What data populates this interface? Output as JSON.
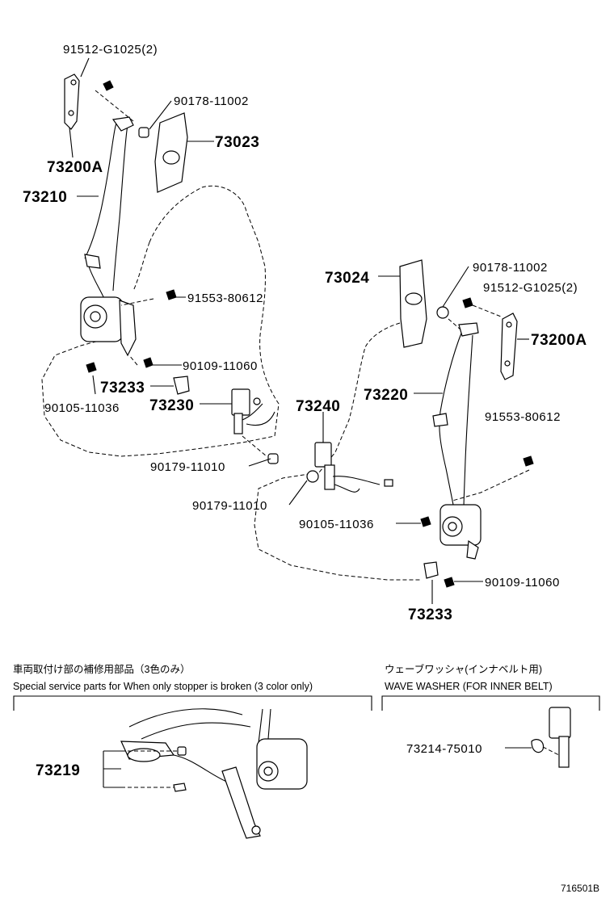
{
  "labels": {
    "l_9151_top": "91512-G1025(2)",
    "l_90178_top": "90178-11002",
    "l_73023": "73023",
    "l_73200a_left": "73200A",
    "l_73210": "73210",
    "l_91553_left": "91553-80612",
    "l_90109_left": "90109-11060",
    "l_73233_left": "73233",
    "l_90105_left": "90105-11036",
    "l_73230": "73230",
    "l_90179_a": "90179-11010",
    "l_73024": "73024",
    "l_90178_right": "90178-11002",
    "l_9151_right": "91512-G1025(2)",
    "l_73200a_right": "73200A",
    "l_73240": "73240",
    "l_73220": "73220",
    "l_91553_right": "91553-80612",
    "l_90179_b": "90179-11010",
    "l_90105_right": "90105-11036",
    "l_90109_right": "90109-11060",
    "l_73233_right": "73233",
    "l_73219": "73219",
    "l_73214": "73214-75010"
  },
  "notes": {
    "left_jp": "車両取付け部の補修用部品（3色のみ）",
    "left_en": "Special service parts for When only stopper is broken (3 color only)",
    "right_jp": "ウェーブワッシャ(インナベルト用)",
    "right_en": "WAVE WASHER (FOR INNER BELT)"
  },
  "diagram_code": "716501B"
}
